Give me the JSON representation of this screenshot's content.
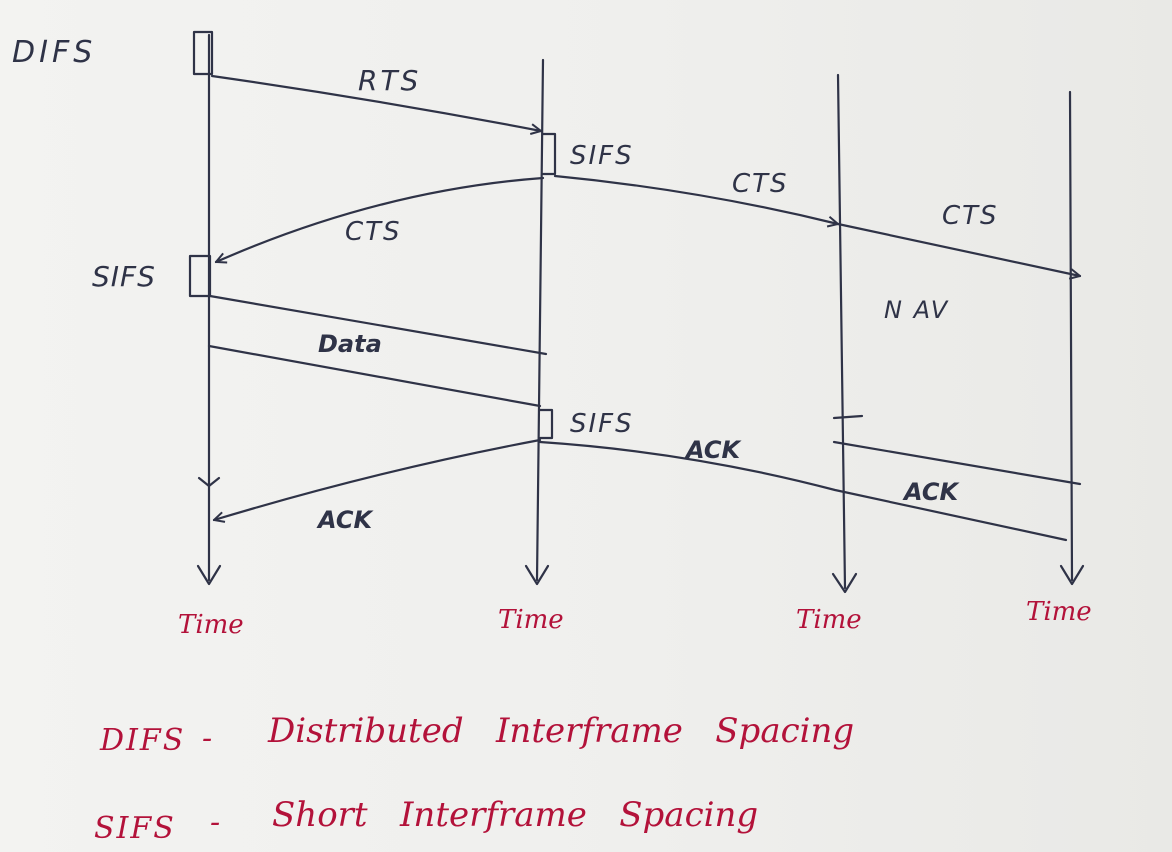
{
  "diagram": {
    "labels": {
      "difs": "DIFS",
      "rts": "RTS",
      "sifs_a": "SIFS",
      "cts_a": "CTS",
      "cts_b": "CTS",
      "cts_c": "CTS",
      "sifs_b": "SIFS",
      "data": "Data",
      "nav": "N AV",
      "sifs_c": "SIFS",
      "ack_a": "ACK",
      "ack_b": "ACK",
      "ack_c": "ACK"
    },
    "time_labels": [
      "Time",
      "Time",
      "Time",
      "Time"
    ]
  },
  "legend": {
    "difs_abbr": "DIFS",
    "difs_dash": "-",
    "difs_full": "Distributed   Interframe   Spacing",
    "sifs_abbr": "SIFS",
    "sifs_dash": "-",
    "sifs_full": "Short   Interframe   Spacing"
  },
  "colors": {
    "ink": "#2f3347",
    "legend_ink": "#b3123a",
    "paper": "#f1f1ef"
  }
}
